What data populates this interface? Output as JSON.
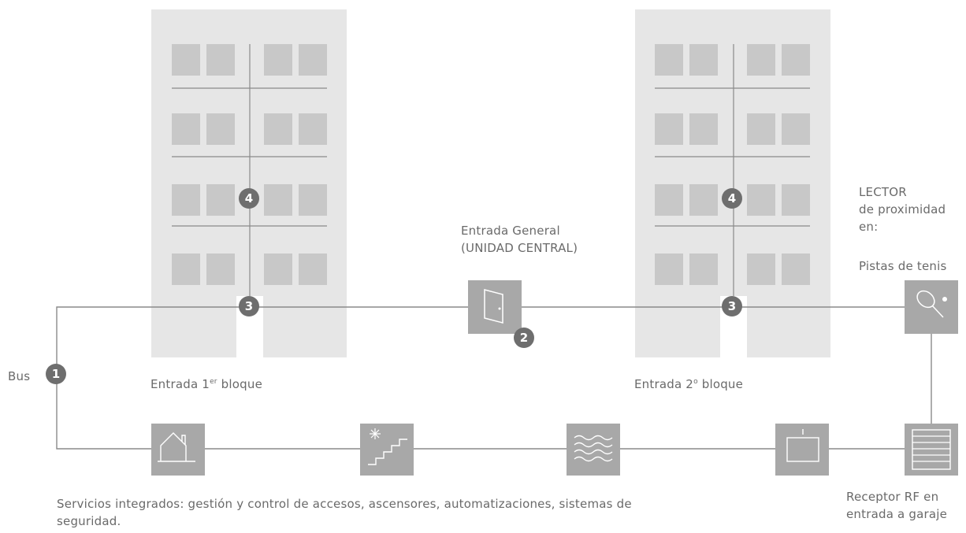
{
  "labels": {
    "bus": "Bus",
    "entrada_general_line1": "Entrada General",
    "entrada_general_line2": "(UNIDAD CENTRAL)",
    "entrada_bloque1_prefix": "Entrada 1",
    "entrada_bloque1_sup": "er",
    "entrada_bloque1_suffix": " bloque",
    "entrada_bloque2_prefix": "Entrada 2",
    "entrada_bloque2_sup": "o",
    "entrada_bloque2_suffix": " bloque",
    "lector_line1": "LECTOR",
    "lector_line2": "de proximidad",
    "lector_line3": "en:",
    "pistas": "Pistas de tenis",
    "receptor_line1": "Receptor RF en",
    "receptor_line2": "entrada a garaje",
    "servicios": "Servicios integrados: gestión y control de accesos, ascensores, automatizaciones, sistemas de seguridad."
  },
  "markers": {
    "bus": "1",
    "entrada_general": "2",
    "entrada_bloque1": "3",
    "entrada_bloque2": "3",
    "riser_bloque1": "4",
    "riser_bloque2": "4"
  },
  "icons": {
    "door": "door-icon",
    "tennis": "tennis-racket-icon",
    "garage": "garage-door-icon",
    "house": "house-icon",
    "stairs": "stairs-light-icon",
    "water": "water-waves-icon",
    "panel": "panel-icon"
  },
  "colors": {
    "building": "#e6e6e6",
    "window": "#c8c8c8",
    "line": "#8a8a8a",
    "icon_box": "#a8a8a8",
    "marker": "#6e6e6e",
    "text": "#6a6a6a"
  }
}
